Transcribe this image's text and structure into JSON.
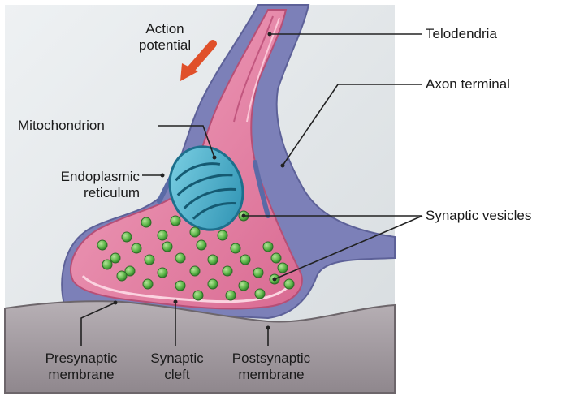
{
  "labels": {
    "action_potential": [
      "Action",
      "potential"
    ],
    "telodendria": "Telodendria",
    "axon_terminal": "Axon terminal",
    "mitochondrion": "Mitochondrion",
    "endoplasmic_reticulum": [
      "Endoplasmic",
      "reticulum"
    ],
    "synaptic_vesicles": "Synaptic vesicles",
    "presynaptic_membrane": [
      "Presynaptic",
      "membrane"
    ],
    "synaptic_cleft": [
      "Synaptic",
      "cleft"
    ],
    "postsynaptic_membrane": [
      "Postsynaptic",
      "membrane"
    ]
  },
  "colors": {
    "background": "#dfe3e6",
    "terminal_pink": "#e07a9e",
    "terminal_pink_light": "#f3a9c2",
    "glia_purple": "#7a7fb8",
    "postsynaptic_gray": "#9a9298",
    "mitochondrion_blue": "#3aa7c4",
    "vesicle_green": "#5fb84a",
    "arrow_red": "#e0502a",
    "leader_line": "#222222"
  }
}
